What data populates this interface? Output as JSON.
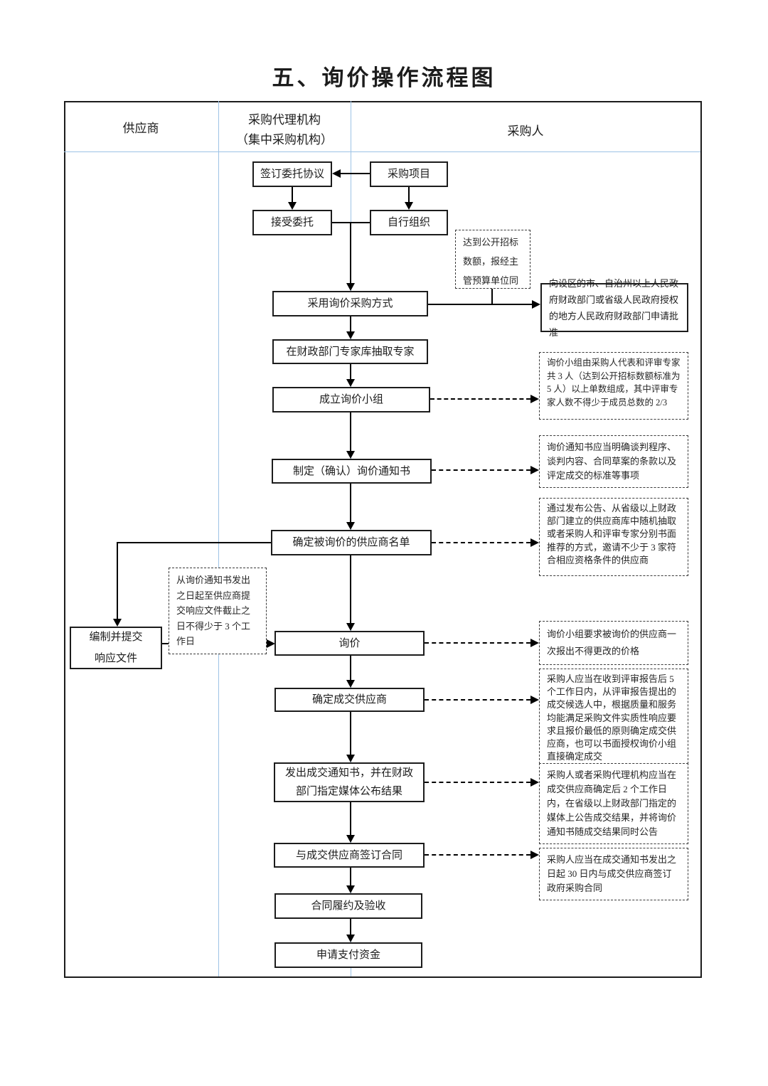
{
  "title": "五、询价操作流程图",
  "columns": {
    "supplier": "供应商",
    "agency_line1": "采购代理机构",
    "agency_line2": "（集中采购机构）",
    "purchaser": "采购人"
  },
  "nodes": {
    "sign_agreement": "签订委托协议",
    "procurement_project": "采购项目",
    "accept_entrustment": "接受委托",
    "self_organize": "自行组织",
    "adopt_method": "采用询价采购方式",
    "extract_experts": "在财政部门专家库抽取专家",
    "form_group": "成立询价小组",
    "make_notice": "制定（确认）询价通知书",
    "determine_list": "确定被询价的供应商名单",
    "prepare_response": "编制并提交\n响应文件",
    "inquiry": "询价",
    "determine_winner": "确定成交供应商",
    "issue_notice": "发出成交通知书，并在财政部门指定媒体公布结果",
    "sign_contract": "与成交供应商签订合同",
    "perform_acceptance": "合同履约及验收",
    "apply_payment": "申请支付资金",
    "approval": "向设区的市、自治州以上人民政府财政部门或省级人民政府授权的地方人民政府财政部门申请批准"
  },
  "annotations": {
    "threshold": "达到公开招标\n数额，报经主\n管预算单位同",
    "group_note": "询价小组由采购人代表和评审专家共 3 人（达到公开招标数额标准为 5 人）以上单数组成，其中评审专家人数不得少于成员总数的 2/3",
    "notice_note": "询价通知书应当明确谈判程序、谈判内容、合同草案的条款以及评定成交的标准等事项",
    "list_note": "通过发布公告、从省级以上财政部门建立的供应商库中随机抽取或者采购人和评审专家分别书面推荐的方式，邀请不少于 3 家符合相应资格条件的供应商",
    "response_note": "从询价通知书发出之日起至供应商提交响应文件截止之日不得少于 3 个工作日",
    "inquiry_note": "询价小组要求被询价的供应商一次报出不得更改的价格",
    "winner_note": "采购人应当在收到评审报告后 5 个工作日内，从评审报告提出的成交候选人中，根据质量和服务均能满足采购文件实质性响应要求且报价最低的原则确定成交供应商，也可以书面授权询价小组直接确定成交",
    "announce_note": "采购人或者采购代理机构应当在成交供应商确定后 2 个工作日内，在省级以上财政部门指定的媒体上公告成交结果，并将询价通知书随成交结果同时公告",
    "contract_note": "采购人应当在成交通知书发出之日起 30 日内与成交供应商签订政府采购合同"
  },
  "colors": {
    "divider_blue": "#9dc3e6",
    "line_black": "#000000"
  }
}
